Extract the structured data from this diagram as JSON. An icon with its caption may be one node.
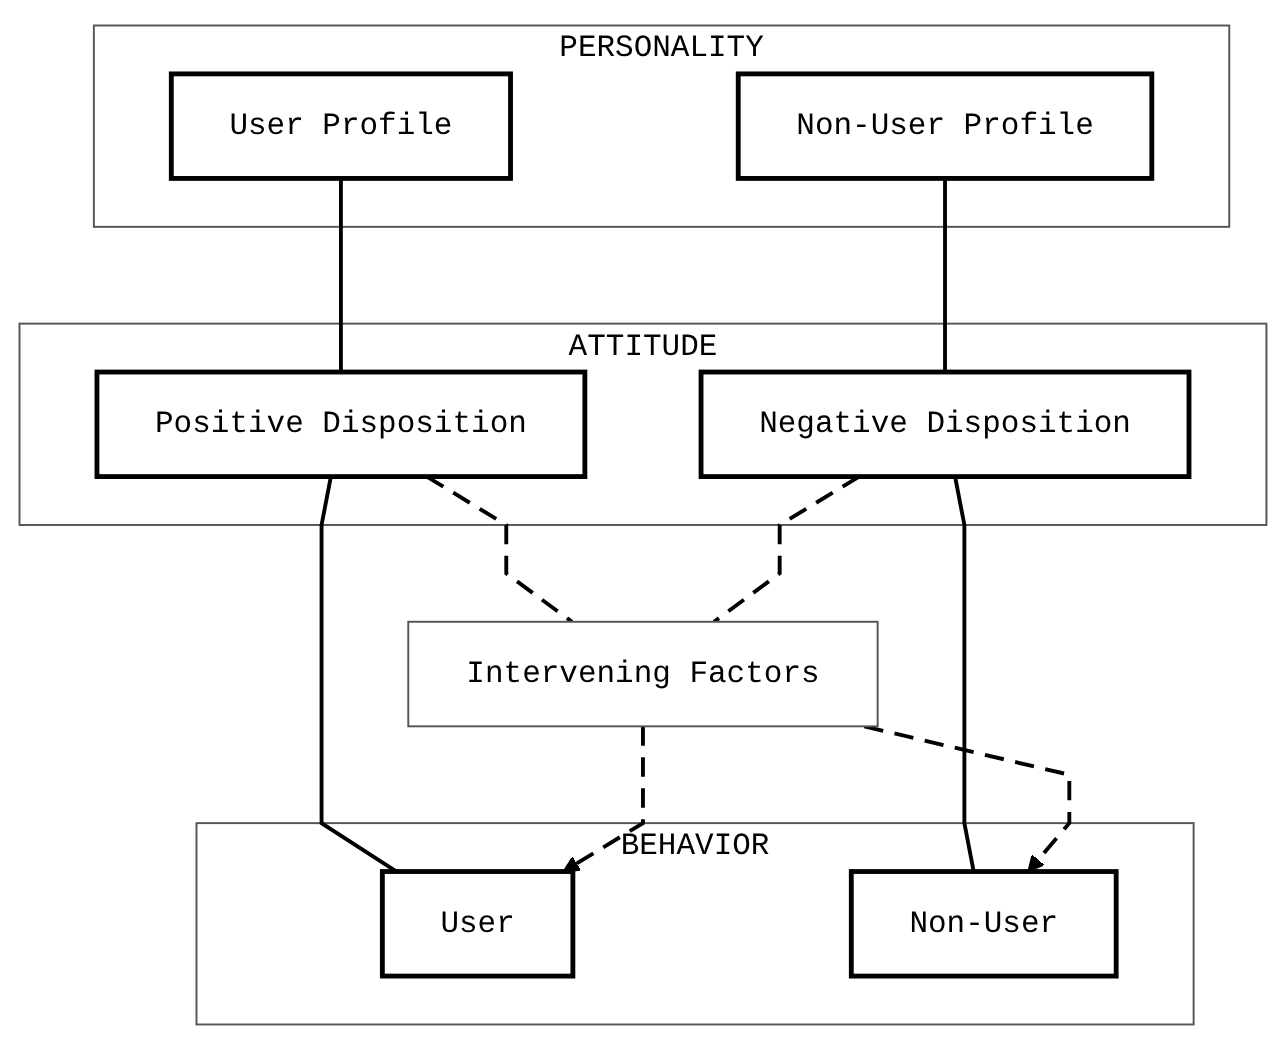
{
  "diagram": {
    "nodes": [
      {
        "text": [
          "PERSONALITY"
        ]
      },
      {
        "text": [
          "User Profile"
        ],
        "in": 0
      },
      {
        "text": [
          "Non-User Profile"
        ],
        "in": 0
      },
      {
        "text": [
          "ATTITUDE"
        ]
      },
      {
        "text": [
          "Positive Disposition"
        ],
        "in": 3
      },
      {
        "text": [
          "Negative Disposition"
        ],
        "in": 3
      },
      {
        "text": [
          "Intervening Factors"
        ]
      },
      {
        "text": [
          "BEHAVIOR"
        ]
      },
      {
        "text": [
          "User"
        ],
        "in": 7
      },
      {
        "text": [
          "Non-User"
        ],
        "in": 7
      }
    ],
    "edges": [
      {
        "from": 1,
        "to": 4,
        "arrow": "none"
      },
      {
        "from": 2,
        "to": 5,
        "arrow": "none"
      },
      {
        "from": 4,
        "to": 8,
        "arrow": "none"
      },
      {
        "from": 5,
        "to": 9,
        "arrow": "none"
      },
      {
        "from": 4,
        "to": 6,
        "arrow": "none",
        "style": "dashed"
      },
      {
        "from": 5,
        "to": 6,
        "arrow": "none",
        "style": "dashed"
      },
      {
        "from": 6,
        "to": 8,
        "arrow": "to",
        "style": "dashed"
      },
      {
        "from": 6,
        "to": 9,
        "arrow": "to",
        "style": "dashed"
      }
    ]
  }
}
